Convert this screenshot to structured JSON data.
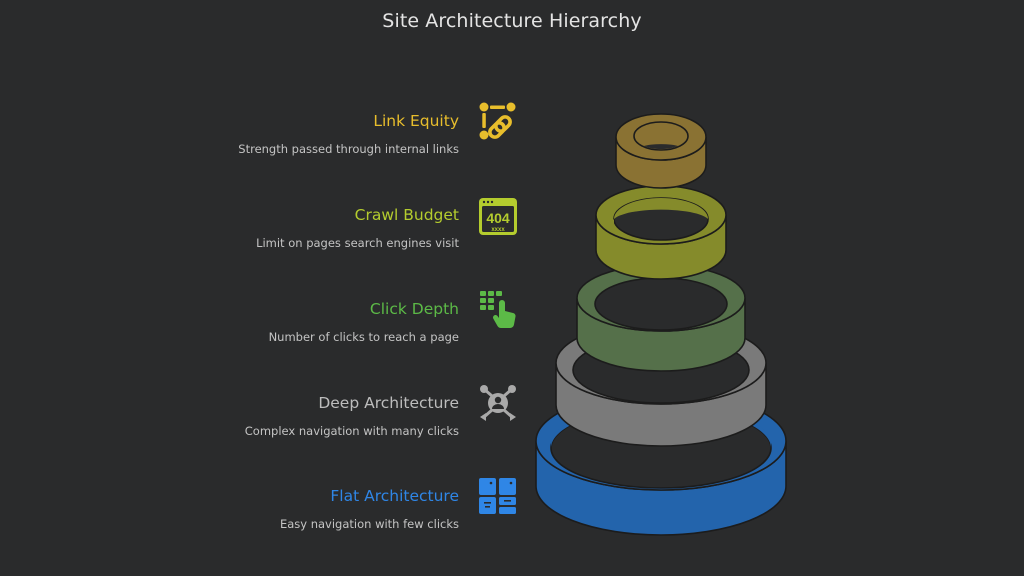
{
  "title": "Site Architecture Hierarchy",
  "colors": {
    "background": "#2a2b2c",
    "link_equity": "#e8be2c",
    "crawl_budget": "#b4cc2e",
    "click_depth": "#5cba47",
    "deep_architecture": "#a9a9a9",
    "flat_architecture": "#2f86e6"
  },
  "levels": [
    {
      "label": "Link Equity",
      "description": "Strength passed through internal links",
      "icon": "link-chain-icon",
      "color": "#e8be2c",
      "ring_color": "#8a7233"
    },
    {
      "label": "Crawl Budget",
      "description": "Limit on pages search engines visit",
      "icon": "404-page-icon",
      "color": "#b4cc2e",
      "ring_color": "#858b2b"
    },
    {
      "label": "Click Depth",
      "description": "Number of clicks to reach a page",
      "icon": "keypad-pointer-icon",
      "color": "#5cba47",
      "ring_color": "#55704a"
    },
    {
      "label": "Deep Architecture",
      "description": "Complex navigation with many clicks",
      "icon": "network-user-icon",
      "color": "#a9a9a9",
      "ring_color": "#7a7a7a"
    },
    {
      "label": "Flat Architecture",
      "description": "Easy navigation with few clicks",
      "icon": "file-cabinet-icon",
      "color": "#2f86e6",
      "ring_color": "#2364ac"
    }
  ]
}
